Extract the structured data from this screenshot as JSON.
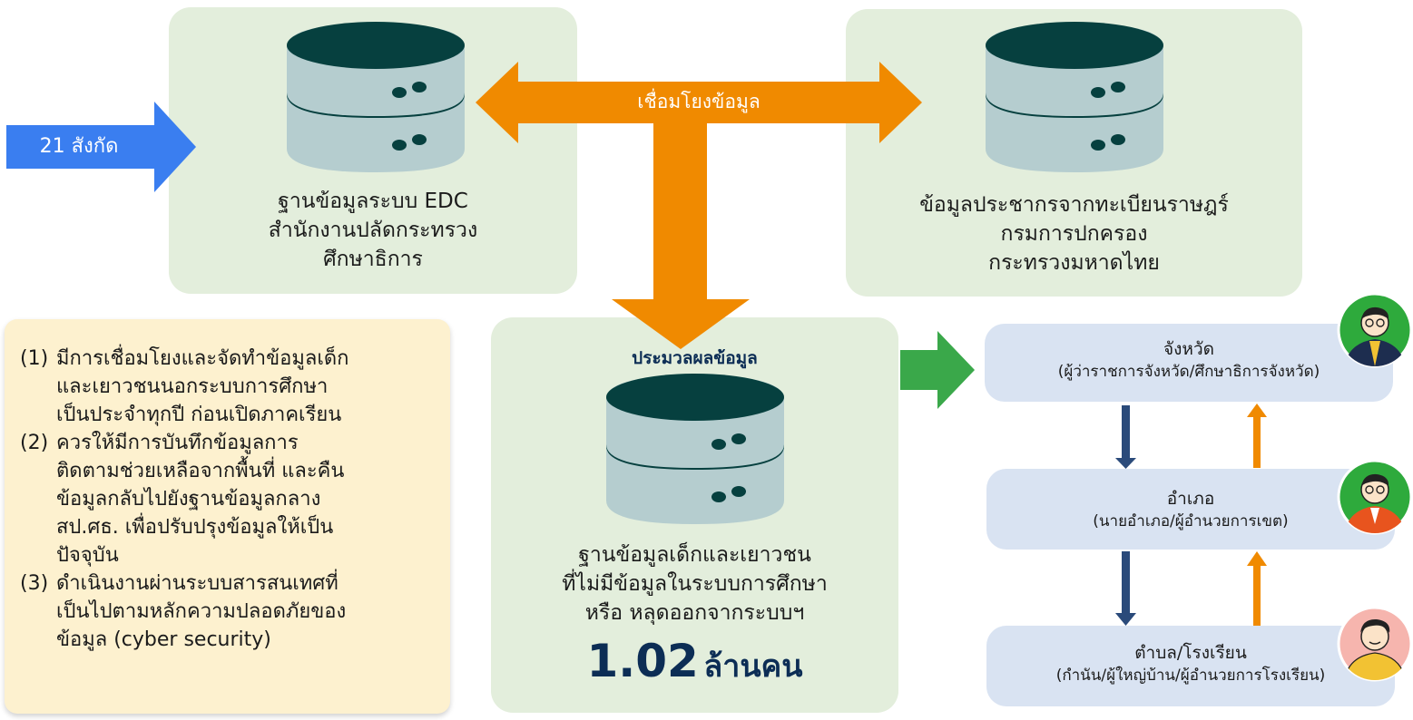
{
  "arrow_in_label": "21 สังกัด",
  "link_label": "เชื่อมโยงข้อมูล",
  "edc_box": {
    "lines": [
      "ฐานข้อมูลระบบ EDC",
      "สำนักงานปลัดกระทรวง",
      "ศึกษาธิการ"
    ]
  },
  "registry_box": {
    "lines": [
      "ข้อมูลประชากรจากทะเบียนราษฎร์",
      "กรมการปกครอง",
      "กระทรวงมหาดไทย"
    ]
  },
  "process_box": {
    "title": "ประมวลผลข้อมูล",
    "lines": [
      "ฐานข้อมูลเด็กและเยาวชน",
      "ที่ไม่มีข้อมูลในระบบการศึกษา",
      "หรือ หลุดออกจากระบบฯ"
    ],
    "big_number": "1.02",
    "big_unit": "ล้านคน"
  },
  "notes": [
    {
      "num": "(1)",
      "lines": [
        "มีการเชื่อมโยงและจัดทำข้อมูลเด็ก",
        "และเยาวชนนอกระบบการศึกษา",
        "เป็นประจำทุกปี ก่อนเปิดภาคเรียน"
      ]
    },
    {
      "num": "(2)",
      "lines": [
        "ควรให้มีการบันทึกข้อมูลการ",
        "ติดตามช่วยเหลือจากพื้นที่ และคืน",
        "ข้อมูลกลับไปยังฐานข้อมูลกลาง",
        "สป.ศธ. เพื่อปรับปรุงข้อมูลให้เป็น",
        "ปัจจุบัน"
      ]
    },
    {
      "num": "(3)",
      "lines": [
        " ดำเนินงานผ่านระบบสารสนเทศที่",
        "เป็นไปตามหลักความปลอดภัยของ",
        "ข้อมูล (cyber security)"
      ]
    }
  ],
  "levels": [
    {
      "title": "จังหวัด",
      "sub": "(ผู้ว่าราชการจังหวัด/ศึกษาธิการจังหวัด)",
      "avatar_color": "#2eaa3c"
    },
    {
      "title": "อำเภอ",
      "sub": "(นายอำเภอ/ผู้อำนวยการเขต)",
      "avatar_color": "#2eaa3c"
    },
    {
      "title": "ตำบล/โรงเรียน",
      "sub": "(กำนัน/ผู้ใหญ่บ้าน/ผู้อำนวยการโรงเรียน)",
      "avatar_color": "#f6b5ae"
    }
  ],
  "colors": {
    "box_green": "#e3eedc",
    "box_blue": "#d9e3f2",
    "box_cream": "#fdf1cf",
    "arrow_blue": "#3a7ef0",
    "arrow_orange": "#f08a00",
    "arrow_green": "#3aa84a",
    "arrow_navy": "#2a4a7a",
    "db_dark": "#06403f",
    "db_light": "#b5cdcf"
  }
}
